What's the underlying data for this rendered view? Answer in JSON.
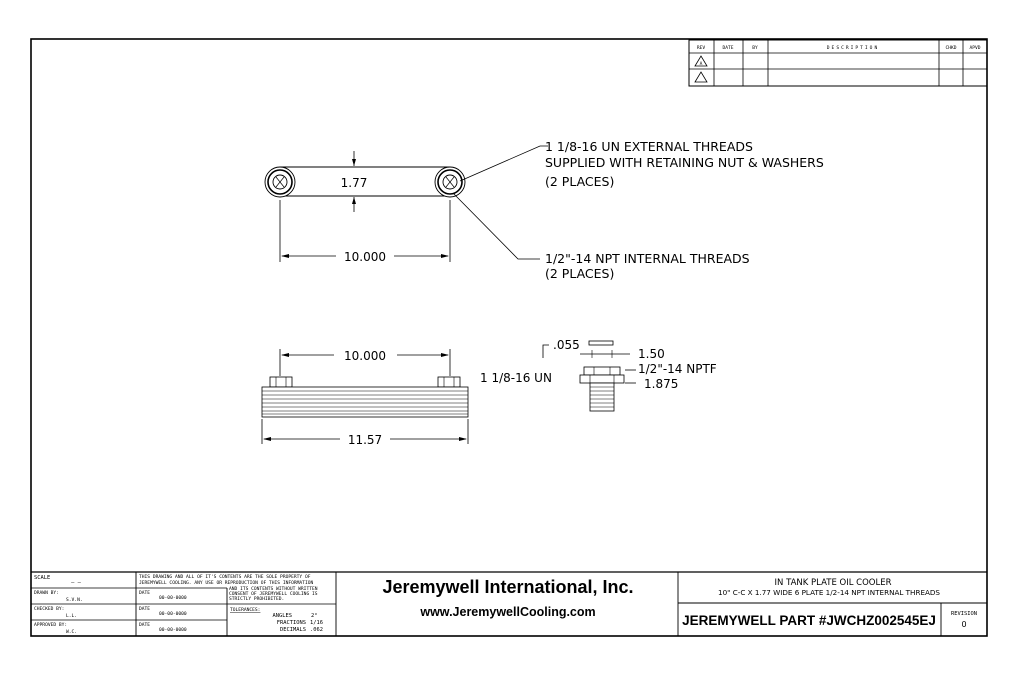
{
  "revision_table": {
    "headers": [
      "REV",
      "DATE",
      "BY",
      "DESCRIPTION",
      "CHKD",
      "APVD"
    ],
    "rows": [
      {
        "rev": "A"
      },
      {
        "rev": ""
      }
    ]
  },
  "top_view": {
    "width_dim": "1.77",
    "length_dim": "10.000",
    "note_external": [
      "1 1/8-16 UN EXTERNAL THREADS",
      "SUPPLIED WITH RETAINING NUT & WASHERS",
      "(2 PLACES)"
    ],
    "note_internal": [
      "1/2\"-14 NPT INTERNAL THREADS",
      "(2 PLACES)"
    ]
  },
  "side_view": {
    "cc_dim": "10.000",
    "overall_dim": "11.57"
  },
  "detail_view": {
    "washer_dim": ".055",
    "dim_150": "1.50",
    "npt_label": "1/2\"-14 NPTF",
    "un_label": "1 1/8-16 UN",
    "dim_1875": "1.875"
  },
  "title_block": {
    "scale_label": "SCALE",
    "scale_value": "— —",
    "drawn_label": "DRAWN BY:",
    "drawn_value": "S.V.N.",
    "checked_label": "CHECKED BY:",
    "checked_value": "L.L.",
    "approved_label": "APPROVED BY:",
    "approved_value": "W.C.",
    "date_label": "DATE",
    "date_value": "00-00-0000",
    "notice": [
      "THIS DRAWING AND ALL OF IT'S CONTENTS ARE THE SOLE PROPERTY OF",
      "JEREMYWELL COOLING. ANY USE OR REPRODUCTION OF THIS INFORMATION",
      "AND ITS CONTENTS WITHOUT WRITTEN",
      "CONSENT OF JEREMYWELL COOLING IS",
      "STRICTLY PROHIBITED."
    ],
    "tolerances_label": "TOLERANCES:",
    "angles_label": "ANGLES",
    "angles_value": "2°",
    "fractions_label": "FRACTIONS",
    "fractions_value": "1/16",
    "decimals_label": "DECIMALS",
    "decimals_value": ".062",
    "company": "Jeremywell International, Inc.",
    "website": "www.JeremywellCooling.com",
    "title_line1": "IN TANK PLATE OIL COOLER",
    "title_line2": "10\" C-C X 1.77 WIDE 6 PLATE 1/2-14 NPT INTERNAL THREADS",
    "part_number": "JEREMYWELL PART #JWCHZ002545EJ",
    "revision_label": "REVISION",
    "revision_value": "0"
  }
}
